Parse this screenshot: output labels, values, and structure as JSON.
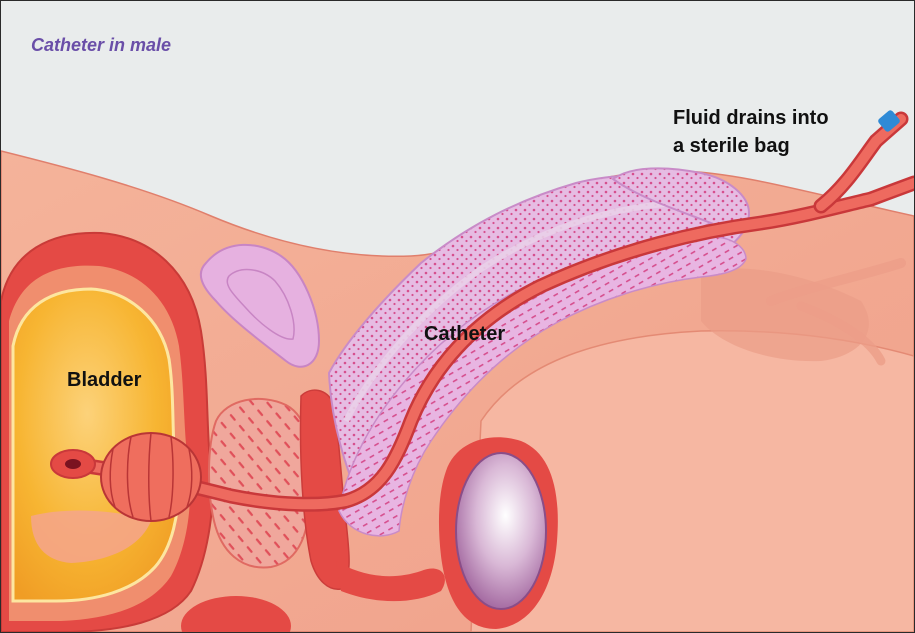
{
  "title": "Catheter in male",
  "labels": {
    "bladder": "Bladder",
    "catheter": "Catheter",
    "fluid_line1": "Fluid drains into",
    "fluid_line2": "a sterile bag"
  },
  "colors": {
    "title": "#6a4ea8",
    "background": "#e9ecec",
    "skin": "#f2ad93",
    "tissue": "#e9786d",
    "catheter": "#e8554f",
    "spongy_tissue": "#e3b7e0",
    "bladder_fill": "#f7b32b"
  }
}
